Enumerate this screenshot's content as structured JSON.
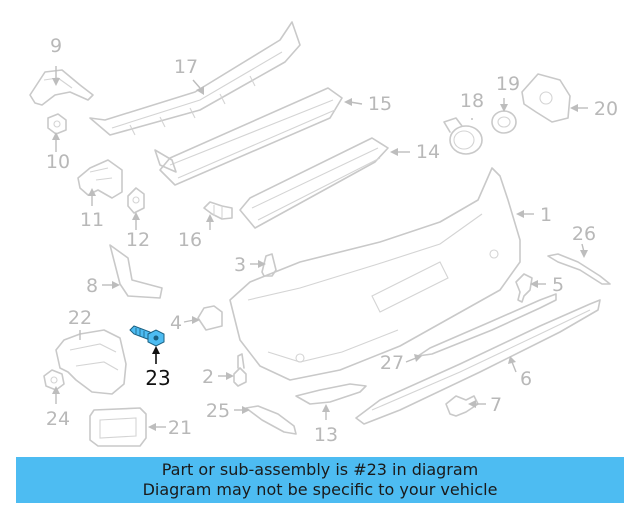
{
  "diagram": {
    "highlighted_part": "23",
    "highlight_color": "#4dbcf2",
    "part_numbers": {
      "p1": "1",
      "p2": "2",
      "p3": "3",
      "p4": "4",
      "p5": "5",
      "p6": "6",
      "p7": "7",
      "p8": "8",
      "p9": "9",
      "p10": "10",
      "p11": "11",
      "p12": "12",
      "p13": "13",
      "p14": "14",
      "p15": "15",
      "p16": "16",
      "p17": "17",
      "p18": "18",
      "p19": "19",
      "p20": "20",
      "p21": "21",
      "p22": "22",
      "p23": "23",
      "p24": "24",
      "p25": "25",
      "p26": "26",
      "p27": "27"
    }
  },
  "banner": {
    "line1": "Part or sub-assembly is #23 in diagram",
    "line2": "Diagram may not be specific to your vehicle",
    "background": "#4dbcf2"
  }
}
